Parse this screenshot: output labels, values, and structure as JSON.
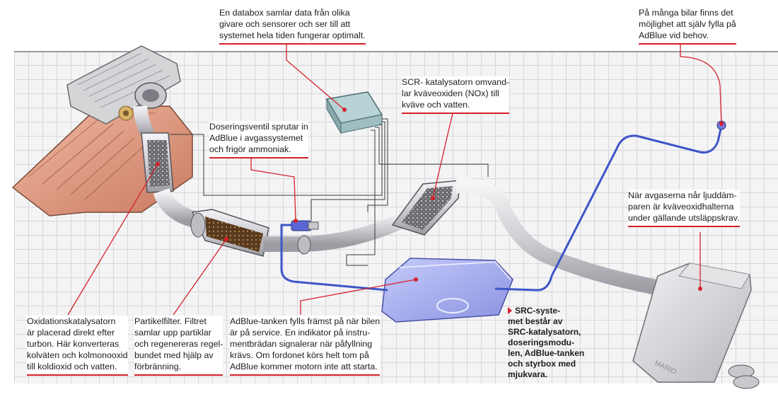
{
  "captions": {
    "databox": [
      "En databox samlar data från olika",
      "givare och sensorer och ser till att",
      "systemet hela tiden fungerar optimalt."
    ],
    "refill": [
      "På många bilar finns det",
      "möjlighet att själv fylla på",
      "AdBlue vid behov."
    ],
    "scr": [
      "SCR- katalysatorn omvand-",
      "lar kväveoxiden (NOx) till",
      "kväve och vatten."
    ],
    "dosing": [
      "Doseringsventil sprutar in",
      "AdBlue i avgassystemet",
      "och frigör ammoniak."
    ],
    "muffler": [
      "När avgaserna når ljuddäm-",
      "paren är kväveoxidhalterna",
      "under gällande utsläppskrav."
    ],
    "oxcat": [
      "Oxidationskatalysatorn",
      "är placerad direkt efter",
      "turbon. Här konverteras",
      "kolväten och kolmonooxid",
      "till koldioxid och vatten."
    ],
    "particle": [
      "Partikelfilter. Filtret",
      "samlar upp partiklar",
      "och regenereras regel-",
      "bundet med hjälp av",
      "förbränning."
    ],
    "tank": [
      "AdBlue-tanken fylls främst på när bilen",
      "är på service. En indikator på instru-",
      "mentbrädan signalerar när påfyllning",
      "krävs. Om fordonet körs helt tom på",
      "AdBlue kommer motorn inte att starta."
    ],
    "system": [
      "SRC-syste-",
      "met består av",
      "SRC-katalysatorn,",
      "doseringsmodu-",
      "len, AdBlue-tanken",
      "och styrbox med",
      "mjukvara."
    ]
  },
  "muffler_brand": "MARIO",
  "colors": {
    "accent": "#d6202a",
    "adblue_line": "#3e55c8",
    "tank": "#aab0f0",
    "engine": "#e0a187",
    "pipe": "#d9d9dc"
  }
}
